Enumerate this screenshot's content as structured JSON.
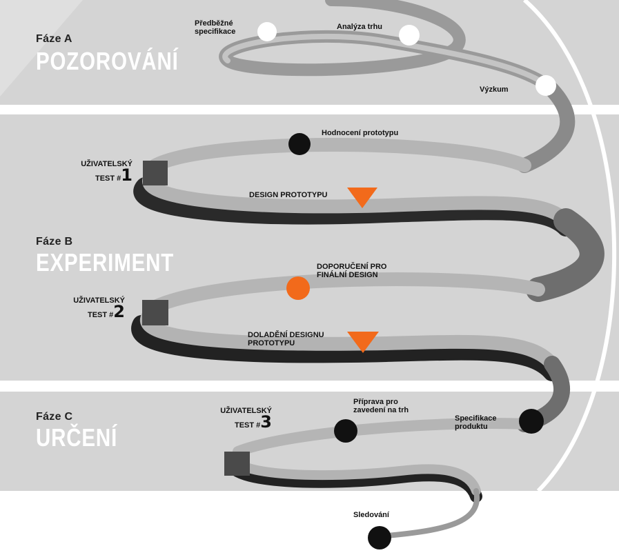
{
  "phases": [
    {
      "label": "Fáze A",
      "name": "POZOROVÁNÍ"
    },
    {
      "label": "Fáze B",
      "name": "EXPERIMENT"
    },
    {
      "label": "Fáze C",
      "name": "URČENÍ"
    }
  ],
  "milestones": {
    "predbezne": "Předběžné\nspecifikace",
    "analyza": "Analýza trhu",
    "vyzkum": "Výzkum",
    "hodnoceni": "Hodnocení prototypu",
    "design_prototypu": "DESIGN PROTOTYPU",
    "doporuceni": "DOPORUČENÍ PRO\nFINÁLNÍ DESIGN",
    "doladeni": "DOLADĚNÍ DESIGNU\nPROTOTYPU",
    "priprava": "Příprava pro\nzavedení na trh",
    "specifikace_produktu": "Specifikace\nproduktu",
    "sledovani": "Sledování"
  },
  "user_tests": [
    {
      "text": "UŽIVATELSKÝ\nTEST #",
      "number": "1"
    },
    {
      "text": "UŽIVATELSKÝ\nTEST #",
      "number": "2"
    },
    {
      "text": "UŽIVATELSKÝ\nTEST #",
      "number": "3"
    }
  ],
  "colors": {
    "band": "#d6d6d6",
    "spiral_light": "#b9b9b9",
    "spiral_dark": "#2a2a2a",
    "accent_orange": "#f26a1b",
    "marker_square": "#4a4a4a",
    "marker_dark": "#111111"
  }
}
